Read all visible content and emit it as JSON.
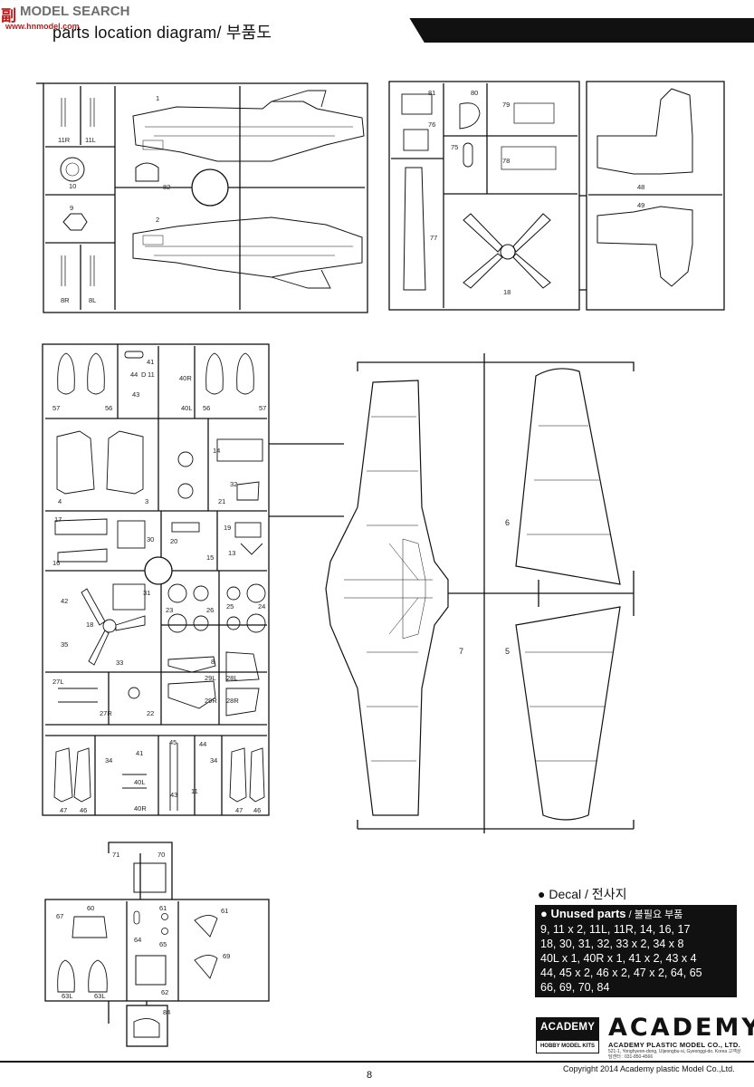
{
  "watermark": {
    "red_text": "副",
    "gray_text": "MODEL SEARCH",
    "url_text": "www.hnmodel.com"
  },
  "header": {
    "title": "parts location diagram/ 부품도"
  },
  "sprue_a": {
    "parts": [
      "1",
      "2",
      "9",
      "10",
      "11R",
      "11L",
      "8R",
      "8L",
      "82"
    ]
  },
  "sprue_b": {
    "parts": [
      "81",
      "76",
      "80",
      "75",
      "79",
      "78",
      "77",
      "18",
      "48",
      "49"
    ]
  },
  "sprue_c": {
    "parts": [
      "57",
      "56",
      "41",
      "44",
      "D",
      "11",
      "43",
      "40R",
      "40L",
      "56",
      "57",
      "4",
      "3",
      "14",
      "32",
      "21",
      "17",
      "16",
      "30",
      "20",
      "19",
      "13",
      "15",
      "42",
      "31",
      "35",
      "18",
      "33",
      "23",
      "26",
      "25",
      "24",
      "8",
      "29L",
      "29R",
      "28L",
      "28R",
      "27L",
      "27R",
      "22",
      "47",
      "46",
      "41",
      "34",
      "40L",
      "40R",
      "45",
      "44",
      "34",
      "11",
      "43",
      "47",
      "46"
    ]
  },
  "sprue_d": {
    "parts": [
      "7",
      "6",
      "5"
    ]
  },
  "sprue_e": {
    "parts": [
      "71",
      "70",
      "60",
      "61",
      "67",
      "64",
      "65",
      "63L",
      "63L",
      "62",
      "61",
      "69",
      "84"
    ]
  },
  "decal": {
    "label": "● Decal / 전사지"
  },
  "unused": {
    "title": "● Unused parts",
    "title_kr": " / 불필요 부품",
    "lines": [
      "9, 11 x 2, 11L, 11R, 14, 16, 17",
      "18, 30, 31, 32, 33 x 2, 34 x 8",
      "40L x 1, 40R x 1, 41 x 2, 43 x 4",
      "44, 45 x 2, 46 x 2, 47 x 2, 64, 65",
      "66, 69, 70, 84"
    ]
  },
  "logo": {
    "box_text": "ACADEMY",
    "box_sub": "HOBBY MODEL KITS"
  },
  "brand": {
    "name": "ACADEMY",
    "company": "ACADEMY PLASTIC MODEL CO., LTD.",
    "address": "521-1, Yonghyeon-dong, Uijeongbu-si, Gyeonggi-do, Korea  고객상담센터 : 031-850-4566"
  },
  "footer": {
    "page": "8",
    "copyright": "Copyright 2014  Academy plastic Model Co.,Ltd."
  },
  "colors": {
    "ink": "#111111",
    "watermark_red": "#c21a1a"
  }
}
